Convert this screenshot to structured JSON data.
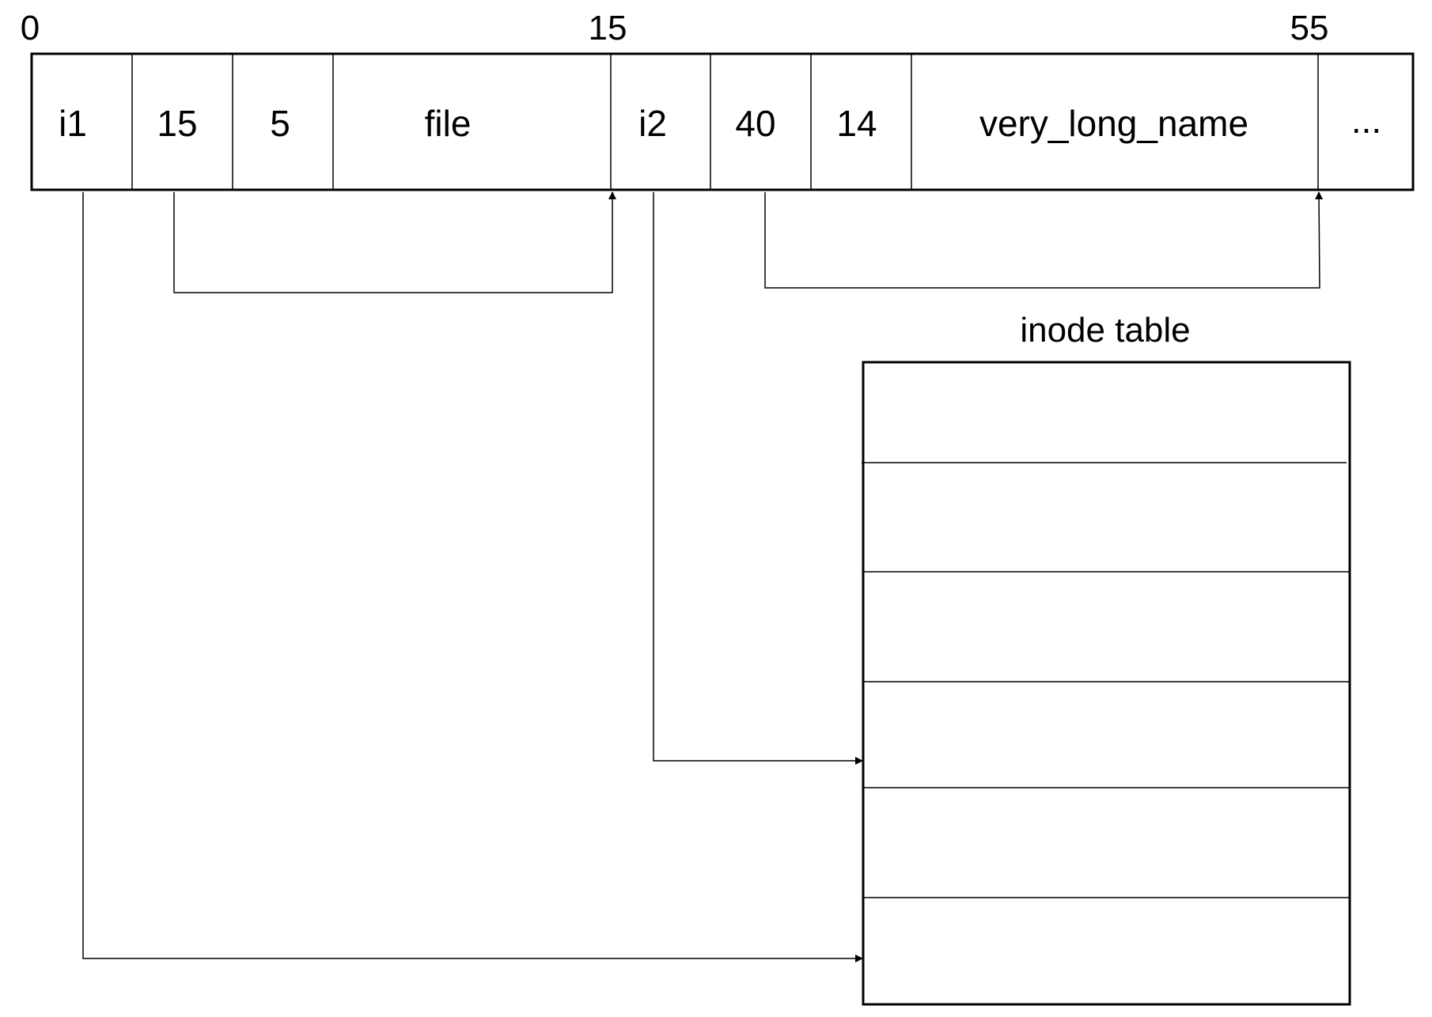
{
  "colors": {
    "stroke": "#000000",
    "background": "#ffffff"
  },
  "offsets": {
    "start": "0",
    "second_entry": "15",
    "third_entry": "55"
  },
  "directory_entries": [
    {
      "inode": "i1",
      "rec_len": "15",
      "name_len": "5",
      "name": "file"
    },
    {
      "inode": "i2",
      "rec_len": "40",
      "name_len": "14",
      "name": "very_long_name"
    }
  ],
  "continuation": "...",
  "inode_table": {
    "title": "inode table",
    "row_count": 6
  }
}
